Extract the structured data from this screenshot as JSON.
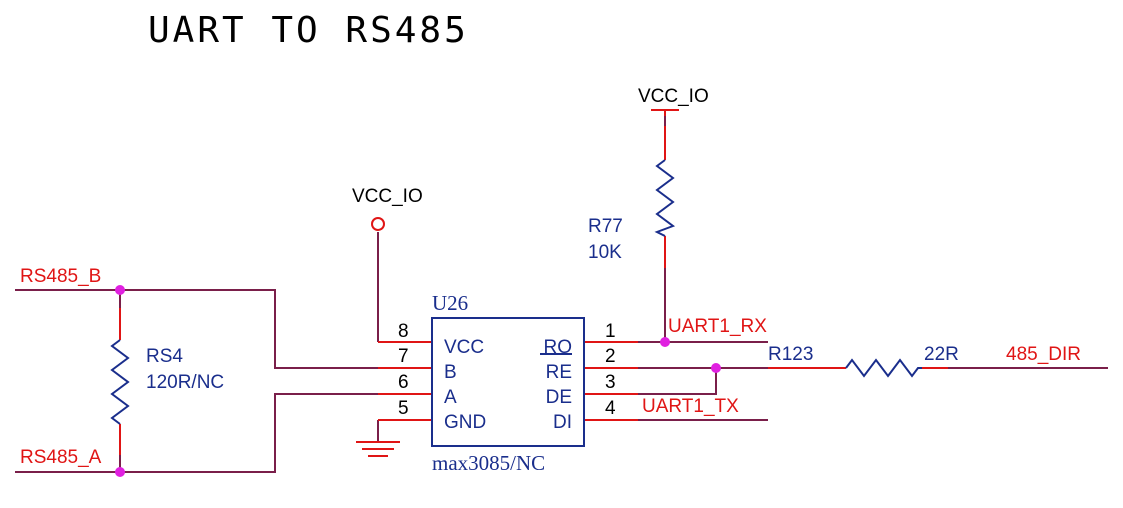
{
  "title": "UART TO RS485",
  "colors": {
    "wire": "#7a1f4a",
    "pin": "#e01515",
    "part": "#1a2e8c",
    "junction": "#e020e0",
    "text": "#000000"
  },
  "nets": {
    "vcc_io_left": "VCC_IO",
    "vcc_io_top": "VCC_IO",
    "rs485_b": "RS485_B",
    "rs485_a": "RS485_A",
    "uart1_rx": "UART1_RX",
    "uart1_tx": "UART1_TX",
    "dir_485": "485_DIR"
  },
  "ic": {
    "ref": "U26",
    "value": "max3085/NC",
    "left_pins": [
      {
        "num": "8",
        "name": "VCC"
      },
      {
        "num": "7",
        "name": "B"
      },
      {
        "num": "6",
        "name": "A"
      },
      {
        "num": "5",
        "name": "GND"
      }
    ],
    "right_pins": [
      {
        "num": "1",
        "name": "RO"
      },
      {
        "num": "2",
        "name": "RE"
      },
      {
        "num": "3",
        "name": "DE"
      },
      {
        "num": "4",
        "name": "DI"
      }
    ]
  },
  "resistors": {
    "rs4": {
      "ref": "RS4",
      "value": "120R/NC"
    },
    "r77": {
      "ref": "R77",
      "value": "10K"
    },
    "r123": {
      "ref": "R123",
      "value": "22R"
    }
  }
}
